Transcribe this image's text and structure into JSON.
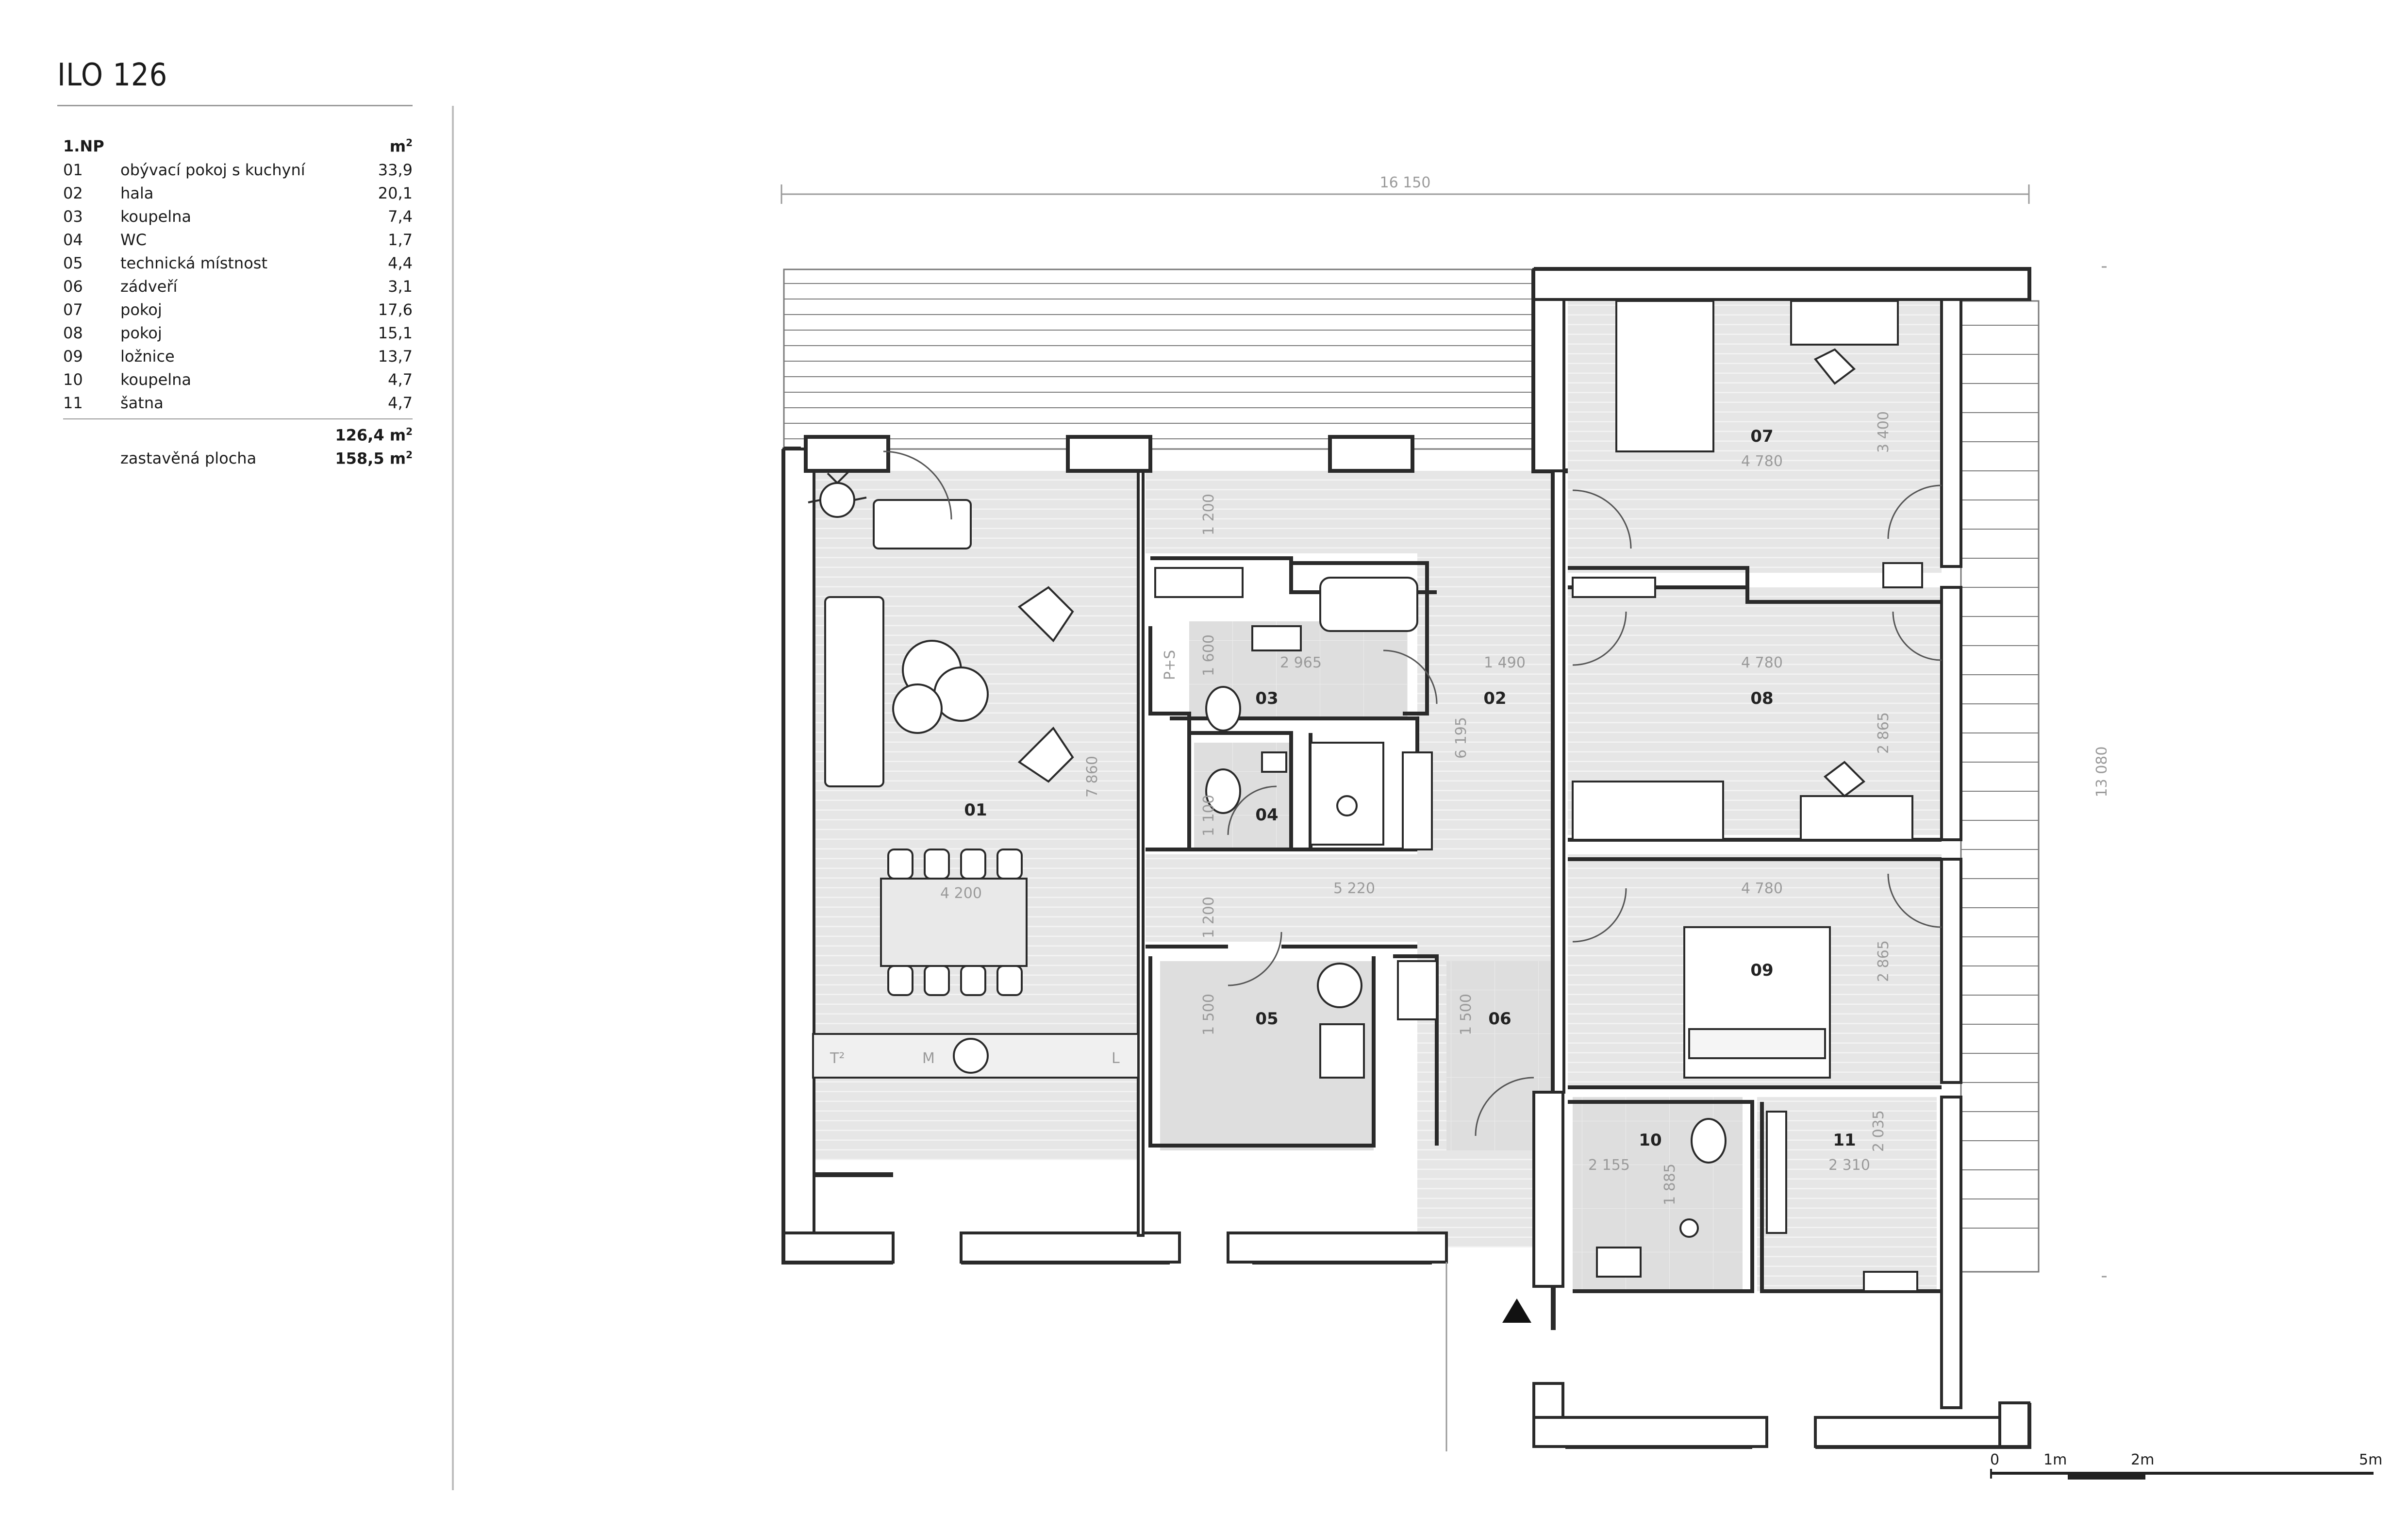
{
  "title": "ILO 126",
  "table": {
    "floor": "1.NP",
    "unit": "m",
    "unit_sup": "2",
    "rooms": [
      {
        "no": "01",
        "name": "obývací pokoj s kuchyní",
        "area": "33,9"
      },
      {
        "no": "02",
        "name": "hala",
        "area": "20,1"
      },
      {
        "no": "03",
        "name": "koupelna",
        "area": "7,4"
      },
      {
        "no": "04",
        "name": "WC",
        "area": "1,7"
      },
      {
        "no": "05",
        "name": "technická místnost",
        "area": "4,4"
      },
      {
        "no": "06",
        "name": "zádveří",
        "area": "3,1"
      },
      {
        "no": "07",
        "name": "pokoj",
        "area": "17,6"
      },
      {
        "no": "08",
        "name": "pokoj",
        "area": "15,1"
      },
      {
        "no": "09",
        "name": "ložnice",
        "area": "13,7"
      },
      {
        "no": "10",
        "name": "koupelna",
        "area": "4,7"
      },
      {
        "no": "11",
        "name": "šatna",
        "area": "4,7"
      }
    ],
    "total": "126,4 m",
    "built_label": "zastavěná plocha",
    "built_area": "158,5 m"
  },
  "plan": {
    "overall_width": "16 150",
    "overall_depth": "13 080",
    "room_labels": [
      "01",
      "02",
      "03",
      "04",
      "05",
      "06",
      "07",
      "08",
      "09",
      "10",
      "11"
    ],
    "dimensions": {
      "r07_w": "4 780",
      "r07_h": "3 400",
      "r08_w": "4 780",
      "r08_h": "2 865",
      "r09_w": "4 780",
      "r09_h": "2 865",
      "r01_h": "7 860",
      "r01_w": "4 200",
      "hall_w": "5 220",
      "hall_top": "1 200",
      "hall_mid": "1 200",
      "r02_w": "1 490",
      "r02_h": "6 195",
      "r03_w": "2 965",
      "r03_h": "1 600",
      "r04_h": "1 100",
      "r05_h": "1 500",
      "r06_h": "1 500",
      "r10_w": "2 155",
      "r10_h": "1 885",
      "r11_w": "2 310",
      "r11_h": "2 035",
      "ps_note": "P+S",
      "kitchen_marks": [
        "T²",
        "M",
        "L"
      ]
    }
  },
  "scale_bar": {
    "labels": [
      "0",
      "1m",
      "2m",
      "5m"
    ]
  },
  "colors": {
    "wall": "#2a2a2a",
    "floor": "#e4e4e4",
    "dim": "#9a9a9a"
  }
}
